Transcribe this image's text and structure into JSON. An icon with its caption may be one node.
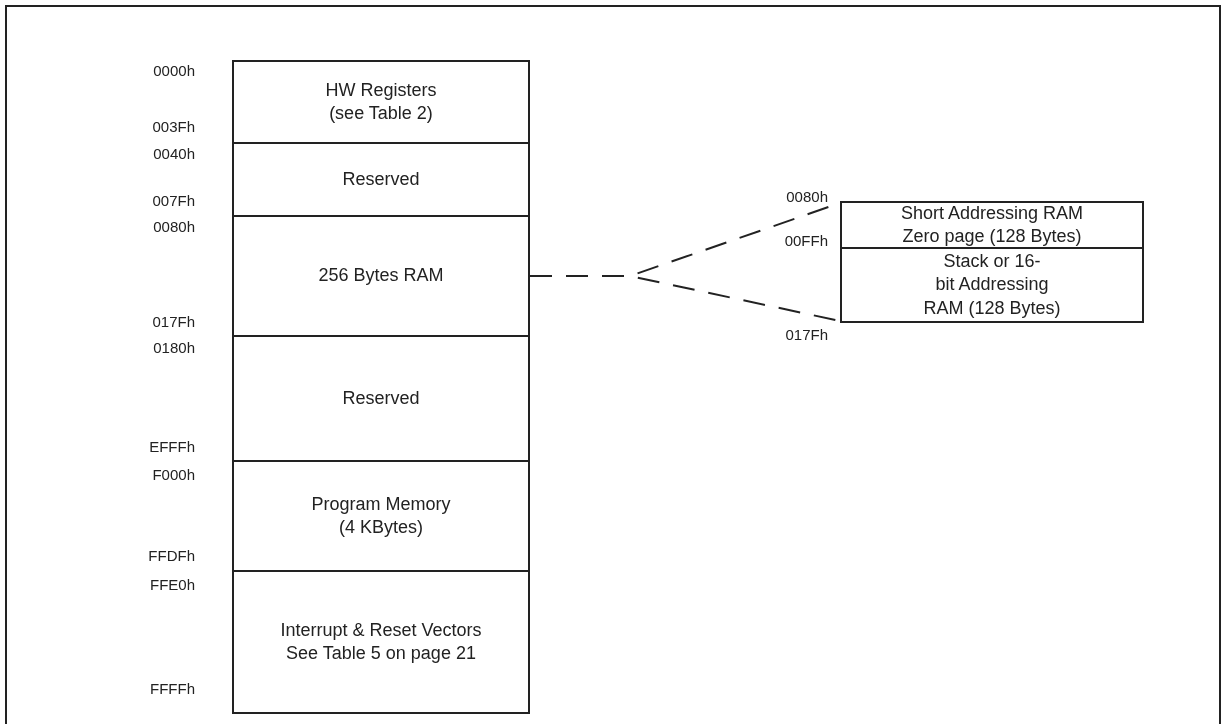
{
  "diagram": {
    "nodes": [
      {
        "text": [
          "HW Registers (see Table 2)"
        ],
        "beside": [
          "0000h",
          "003Fh"
        ]
      },
      {
        "text": [
          "Reserved"
        ],
        "beside": [
          "0040h",
          "007Fh"
        ]
      },
      {
        "text": [
          "256 Bytes RAM"
        ],
        "beside": [
          "0080h",
          "017Fh"
        ]
      },
      {
        "text": [
          "Reserved"
        ],
        "beside": [
          "0180h",
          "EFFFh"
        ]
      },
      {
        "text": [
          "Program Memory (4 KBytes)"
        ],
        "beside": [
          "F000h",
          "FFDFh"
        ]
      },
      {
        "text": [
          "Interrupt & Reset Vectors See Table 5 on page 21"
        ],
        "beside": [
          "FFE0h",
          "FFFFh"
        ]
      },
      {
        "text": [
          "Short Addressing RAM Zero page (128 Bytes)"
        ],
        "beside": [
          "0080h",
          "00FFh"
        ]
      },
      {
        "text": [
          "Stack or 16-bit Addressing RAM (128 Bytes)"
        ],
        "beside": [
          "017Fh"
        ]
      }
    ],
    "edges": [
      {
        "from": 2,
        "to": 6,
        "arrow": "none",
        "style": "dashed"
      },
      {
        "from": 2,
        "to": 7,
        "arrow": "none",
        "style": "dashed"
      }
    ]
  }
}
